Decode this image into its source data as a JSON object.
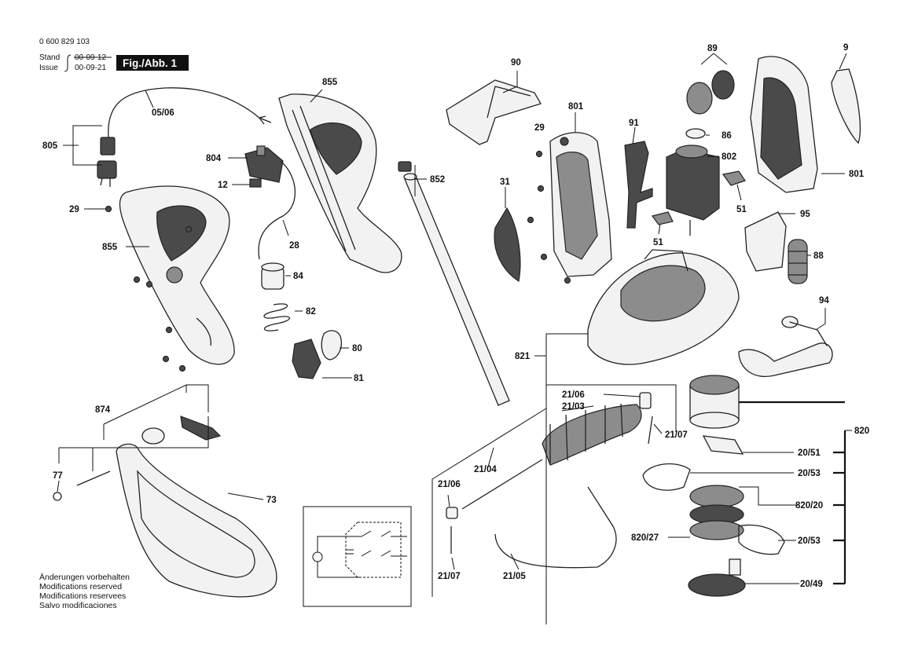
{
  "header": {
    "doc_number": "0 600 829 103",
    "stand_label": "Stand",
    "issue_label": "Issue",
    "old_date": "00-09-12",
    "new_date": "00-09-21",
    "figure_label": "Fig./Abb. 1"
  },
  "notes": [
    "Änderungen vorbehalten",
    "Modifications reserved",
    "Modifications reservees",
    "Salvo modificaciones"
  ],
  "part_labels": {
    "p05_06": "05/06",
    "p805": "805",
    "p804": "804",
    "p12": "12",
    "p29_a": "29",
    "p29_b": "29",
    "p855_top": "855",
    "p855_left": "855",
    "p28": "28",
    "p84": "84",
    "p82": "82",
    "p80": "80",
    "p81": "81",
    "p874": "874",
    "p77": "77",
    "p73": "73",
    "p90": "90",
    "p852": "852",
    "p31": "31",
    "p801_mid": "801",
    "p801_right": "801",
    "p91": "91",
    "p89": "89",
    "p9": "9",
    "p86": "86",
    "p802": "802",
    "p51_a": "51",
    "p51_b": "51",
    "p95": "95",
    "p88": "88",
    "p94": "94",
    "p821": "821",
    "p21_06_top": "21/06",
    "p21_03": "21/03",
    "p21_07_right": "21/07",
    "p21_06_left": "21/06",
    "p21_04": "21/04",
    "p21_07_bottom": "21/07",
    "p21_05": "21/05",
    "p820": "820",
    "p20_51": "20/51",
    "p20_53_top": "20/53",
    "p820_20": "820/20",
    "p820_27": "820/27",
    "p20_53_bottom": "20/53",
    "p20_49": "20/49"
  }
}
